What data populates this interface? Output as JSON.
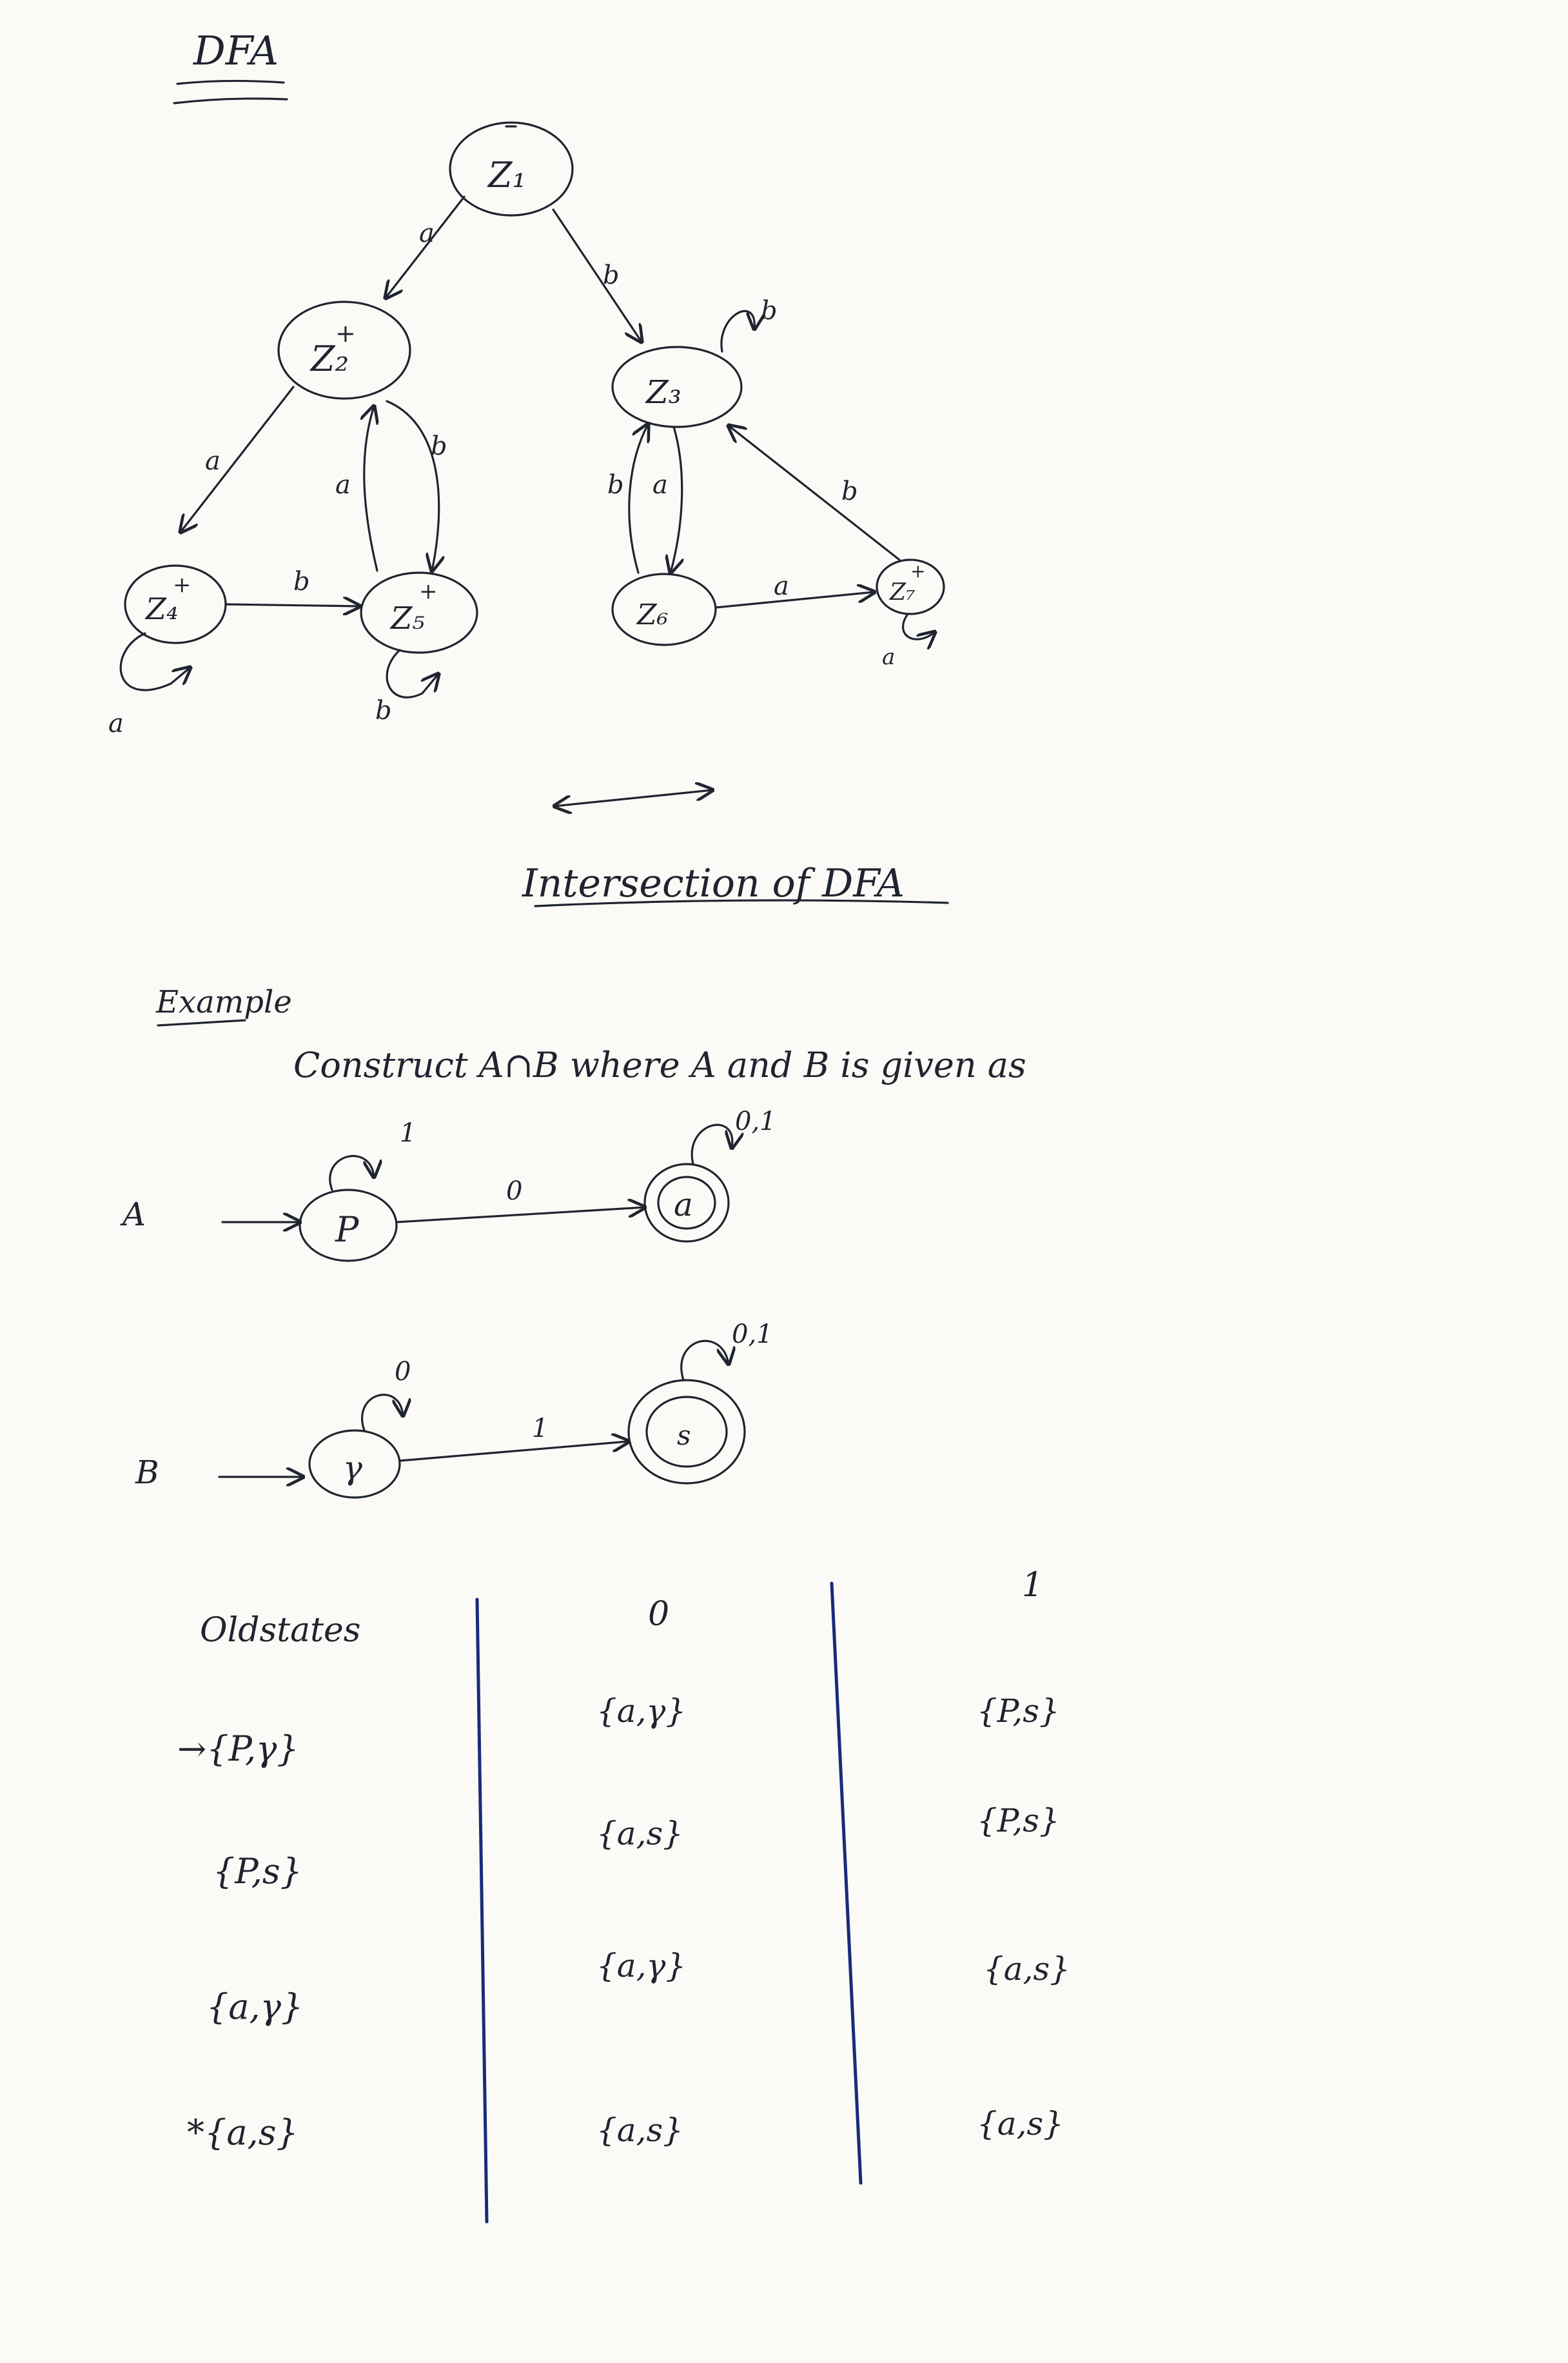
{
  "title": "DFA",
  "dfa1": {
    "states": {
      "z1": "Z₁",
      "z2": "Z₂",
      "z2_mark": "+",
      "z3": "Z₃",
      "z4": "Z₄",
      "z4_mark": "+",
      "z5": "Z₅",
      "z5_mark": "+",
      "z6": "Z₆",
      "z7": "Z₇",
      "z7_mark": "+"
    },
    "edges": {
      "z1_z2": "a",
      "z1_z3": "b",
      "z3_loop": "b",
      "z2_z4": "a",
      "z5_z2": "a",
      "z2_z5": "b",
      "z6_z3": "b",
      "z3_z6": "a",
      "z7_z3": "b",
      "z4_z5": "b",
      "z6_z7": "a",
      "z4_loop": "a",
      "z5_loop": "b",
      "z7_loop": "a"
    }
  },
  "section_heading": "Intersection of DFA",
  "example_label": "Example",
  "example_text": "Construct A∩B where A and B is given as",
  "machine_a": {
    "label": "A",
    "start_state": "P",
    "final_state": "a",
    "loop_start": "1",
    "transition": "0",
    "loop_final": "0,1"
  },
  "machine_b": {
    "label": "B",
    "start_state": "γ",
    "final_state": "s",
    "loop_start": "0",
    "transition": "1",
    "loop_final": "0,1"
  },
  "table": {
    "headers": [
      "Oldstates",
      "0",
      "1"
    ],
    "rows": [
      [
        "→{P,γ}",
        "{a,γ}",
        "{P,s}"
      ],
      [
        "{P,s}",
        "{a,s}",
        "{P,s}"
      ],
      [
        "{a,γ}",
        "{a,γ}",
        "{a,s}"
      ],
      [
        "*{a,s}",
        "{a,s}",
        "{a,s}"
      ]
    ]
  },
  "colors": {
    "ink": "#1f2430",
    "table_lines": "#1b2a7a",
    "paper": "#fbfaf6"
  }
}
